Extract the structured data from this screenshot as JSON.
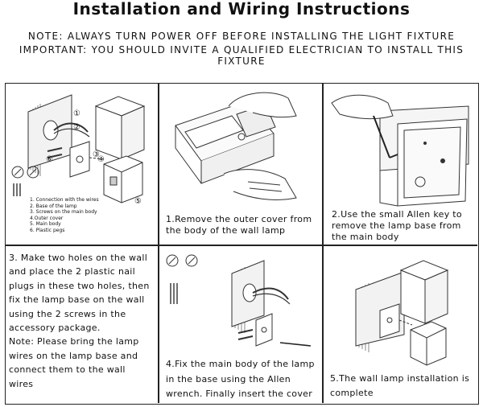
{
  "header": {
    "title": "Installation and Wiring Instructions",
    "note": "NOTE: ALWAYS TURN POWER OFF BEFORE INSTALLING THE LIGHT FIXTURE",
    "important": "IMPORTANT: YOU SHOULD INVITE A QUALIFIED ELECTRICIAN TO INSTALL THIS FIXTURE"
  },
  "legend": {
    "items": [
      "1. Connection with the wires",
      "2. Base of the lamp",
      "3. Screws on the main body",
      "4.Outer cover",
      "5. Main body",
      "6. Plastic pegs"
    ],
    "callouts": [
      "①",
      "②",
      "③",
      "④",
      "⑤",
      "⑥"
    ]
  },
  "steps": {
    "step1": "1.Remove the outer cover from the body of the wall lamp",
    "step2": "2.Use the small Allen key to remove the lamp base from the main body",
    "step3": {
      "line1": "3. Make two holes on the wall",
      "line2": "and place the 2 plastic nail",
      "line3": "plugs in these two holes, then",
      "line4": "fix the lamp base on the wall",
      "line5": "using the 2 screws in the",
      "line6": "accessory package.",
      "line7": "Note: Please bring the lamp",
      "line8": "wires on the lamp base and",
      "line9": "connect them to the wall",
      "line10": "wires"
    },
    "step4": "4.Fix the main body of the lamp in the base using the Allen wrench. Finally insert the cover",
    "step5": "5.The wall lamp installation is complete"
  }
}
